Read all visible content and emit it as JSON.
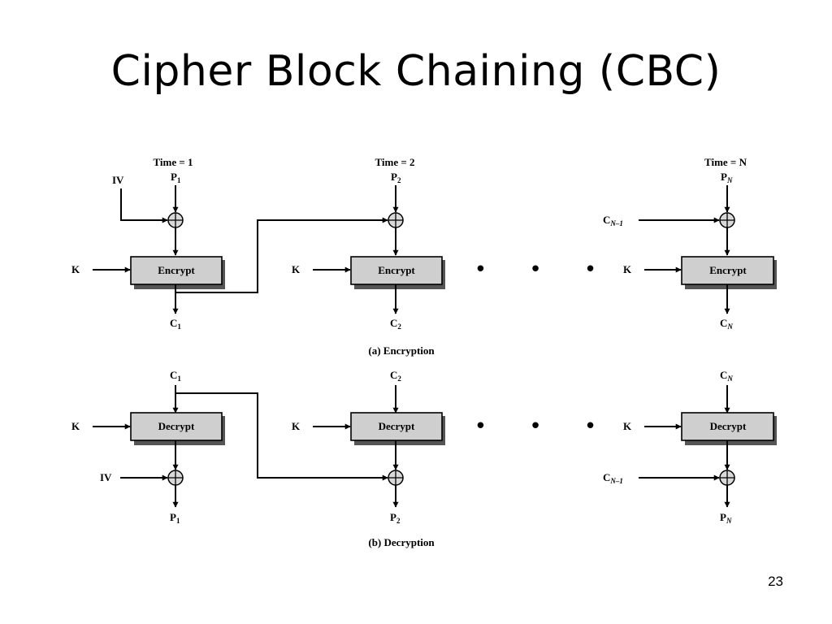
{
  "title": "Cipher Block Chaining (CBC)",
  "page_number": "23",
  "diagram": {
    "encryption": {
      "caption": "(a) Encryption",
      "stages": [
        {
          "time_label": "Time = 1",
          "input": "P",
          "input_sub": "1",
          "chain": "IV",
          "chain_sub": "",
          "key": "K",
          "box": "Encrypt",
          "output": "C",
          "output_sub": "1"
        },
        {
          "time_label": "Time = 2",
          "input": "P",
          "input_sub": "2",
          "chain": "",
          "chain_sub": "",
          "key": "K",
          "box": "Encrypt",
          "output": "C",
          "output_sub": "2"
        },
        {
          "time_label": "Time = N",
          "input": "P",
          "input_sub": "N",
          "chain": "C",
          "chain_sub": "N–1",
          "key": "K",
          "box": "Encrypt",
          "output": "C",
          "output_sub": "N"
        }
      ]
    },
    "decryption": {
      "caption": "(b) Decryption",
      "stages": [
        {
          "input": "C",
          "input_sub": "1",
          "chain": "IV",
          "chain_sub": "",
          "key": "K",
          "box": "Decrypt",
          "output": "P",
          "output_sub": "1"
        },
        {
          "input": "C",
          "input_sub": "2",
          "chain": "",
          "chain_sub": "",
          "key": "K",
          "box": "Decrypt",
          "output": "P",
          "output_sub": "2"
        },
        {
          "input": "C",
          "input_sub": "N",
          "chain": "C",
          "chain_sub": "N–1",
          "key": "K",
          "box": "Decrypt",
          "output": "P",
          "output_sub": "N"
        }
      ]
    },
    "ellipsis": "• • •"
  }
}
